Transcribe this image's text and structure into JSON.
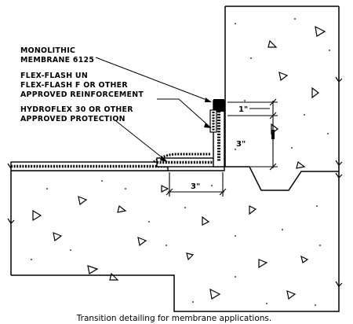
{
  "labels": {
    "membrane_line1": "MONOLITHIC",
    "membrane_line2": "MEMBRANE 6125",
    "flash_line1": "FLEX-FLASH UN",
    "flash_line2": "FLEX-FLASH F OR OTHER",
    "flash_line3": "APPROVED REINFORCEMENT",
    "protection_line1": "HYDROFLEX 30 OR OTHER",
    "protection_line2": "APPROVED PROTECTION"
  },
  "dimensions": {
    "upper_vertical": "1\"",
    "lower_vertical": "3\"",
    "horizontal": "3\""
  },
  "caption": "Transition detailing for membrane applications."
}
